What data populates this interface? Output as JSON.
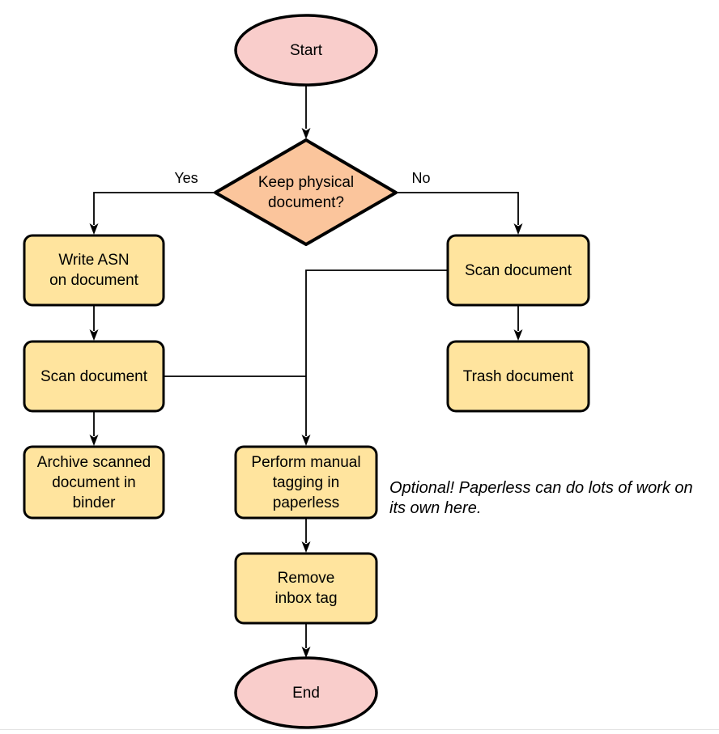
{
  "diagram": {
    "type": "flowchart",
    "nodes": {
      "start": {
        "label": "Start",
        "shape": "ellipse"
      },
      "decision": {
        "label": "Keep physical\ndocument?",
        "shape": "diamond"
      },
      "write_asn": {
        "label": "Write ASN\non document",
        "shape": "process"
      },
      "scan_left": {
        "label": "Scan document",
        "shape": "process"
      },
      "archive": {
        "label": "Archive scanned\ndocument in\nbinder",
        "shape": "process"
      },
      "scan_right": {
        "label": "Scan document",
        "shape": "process"
      },
      "trash": {
        "label": "Trash document",
        "shape": "process"
      },
      "tagging": {
        "label": "Perform manual\ntagging in\npaperless",
        "shape": "process"
      },
      "remove_inbox": {
        "label": "Remove\ninbox tag",
        "shape": "process"
      },
      "end": {
        "label": "End",
        "shape": "ellipse"
      }
    },
    "edge_labels": {
      "yes": "Yes",
      "no": "No"
    },
    "edges": [
      "start -> decision",
      "decision -Yes-> write_asn",
      "decision -No-> scan_right",
      "write_asn -> scan_left",
      "scan_left -> archive",
      "scan_left -> tagging",
      "scan_right -> trash",
      "scan_right -> tagging",
      "tagging -> remove_inbox",
      "remove_inbox -> end"
    ],
    "annotation": "Optional! Paperless can do lots of work on\nits own here.",
    "colors": {
      "terminal_fill": "#f9cdcb",
      "decision_fill": "#fbc59c",
      "process_fill": "#ffe49e",
      "stroke": "#000000",
      "line": "#000000"
    }
  }
}
